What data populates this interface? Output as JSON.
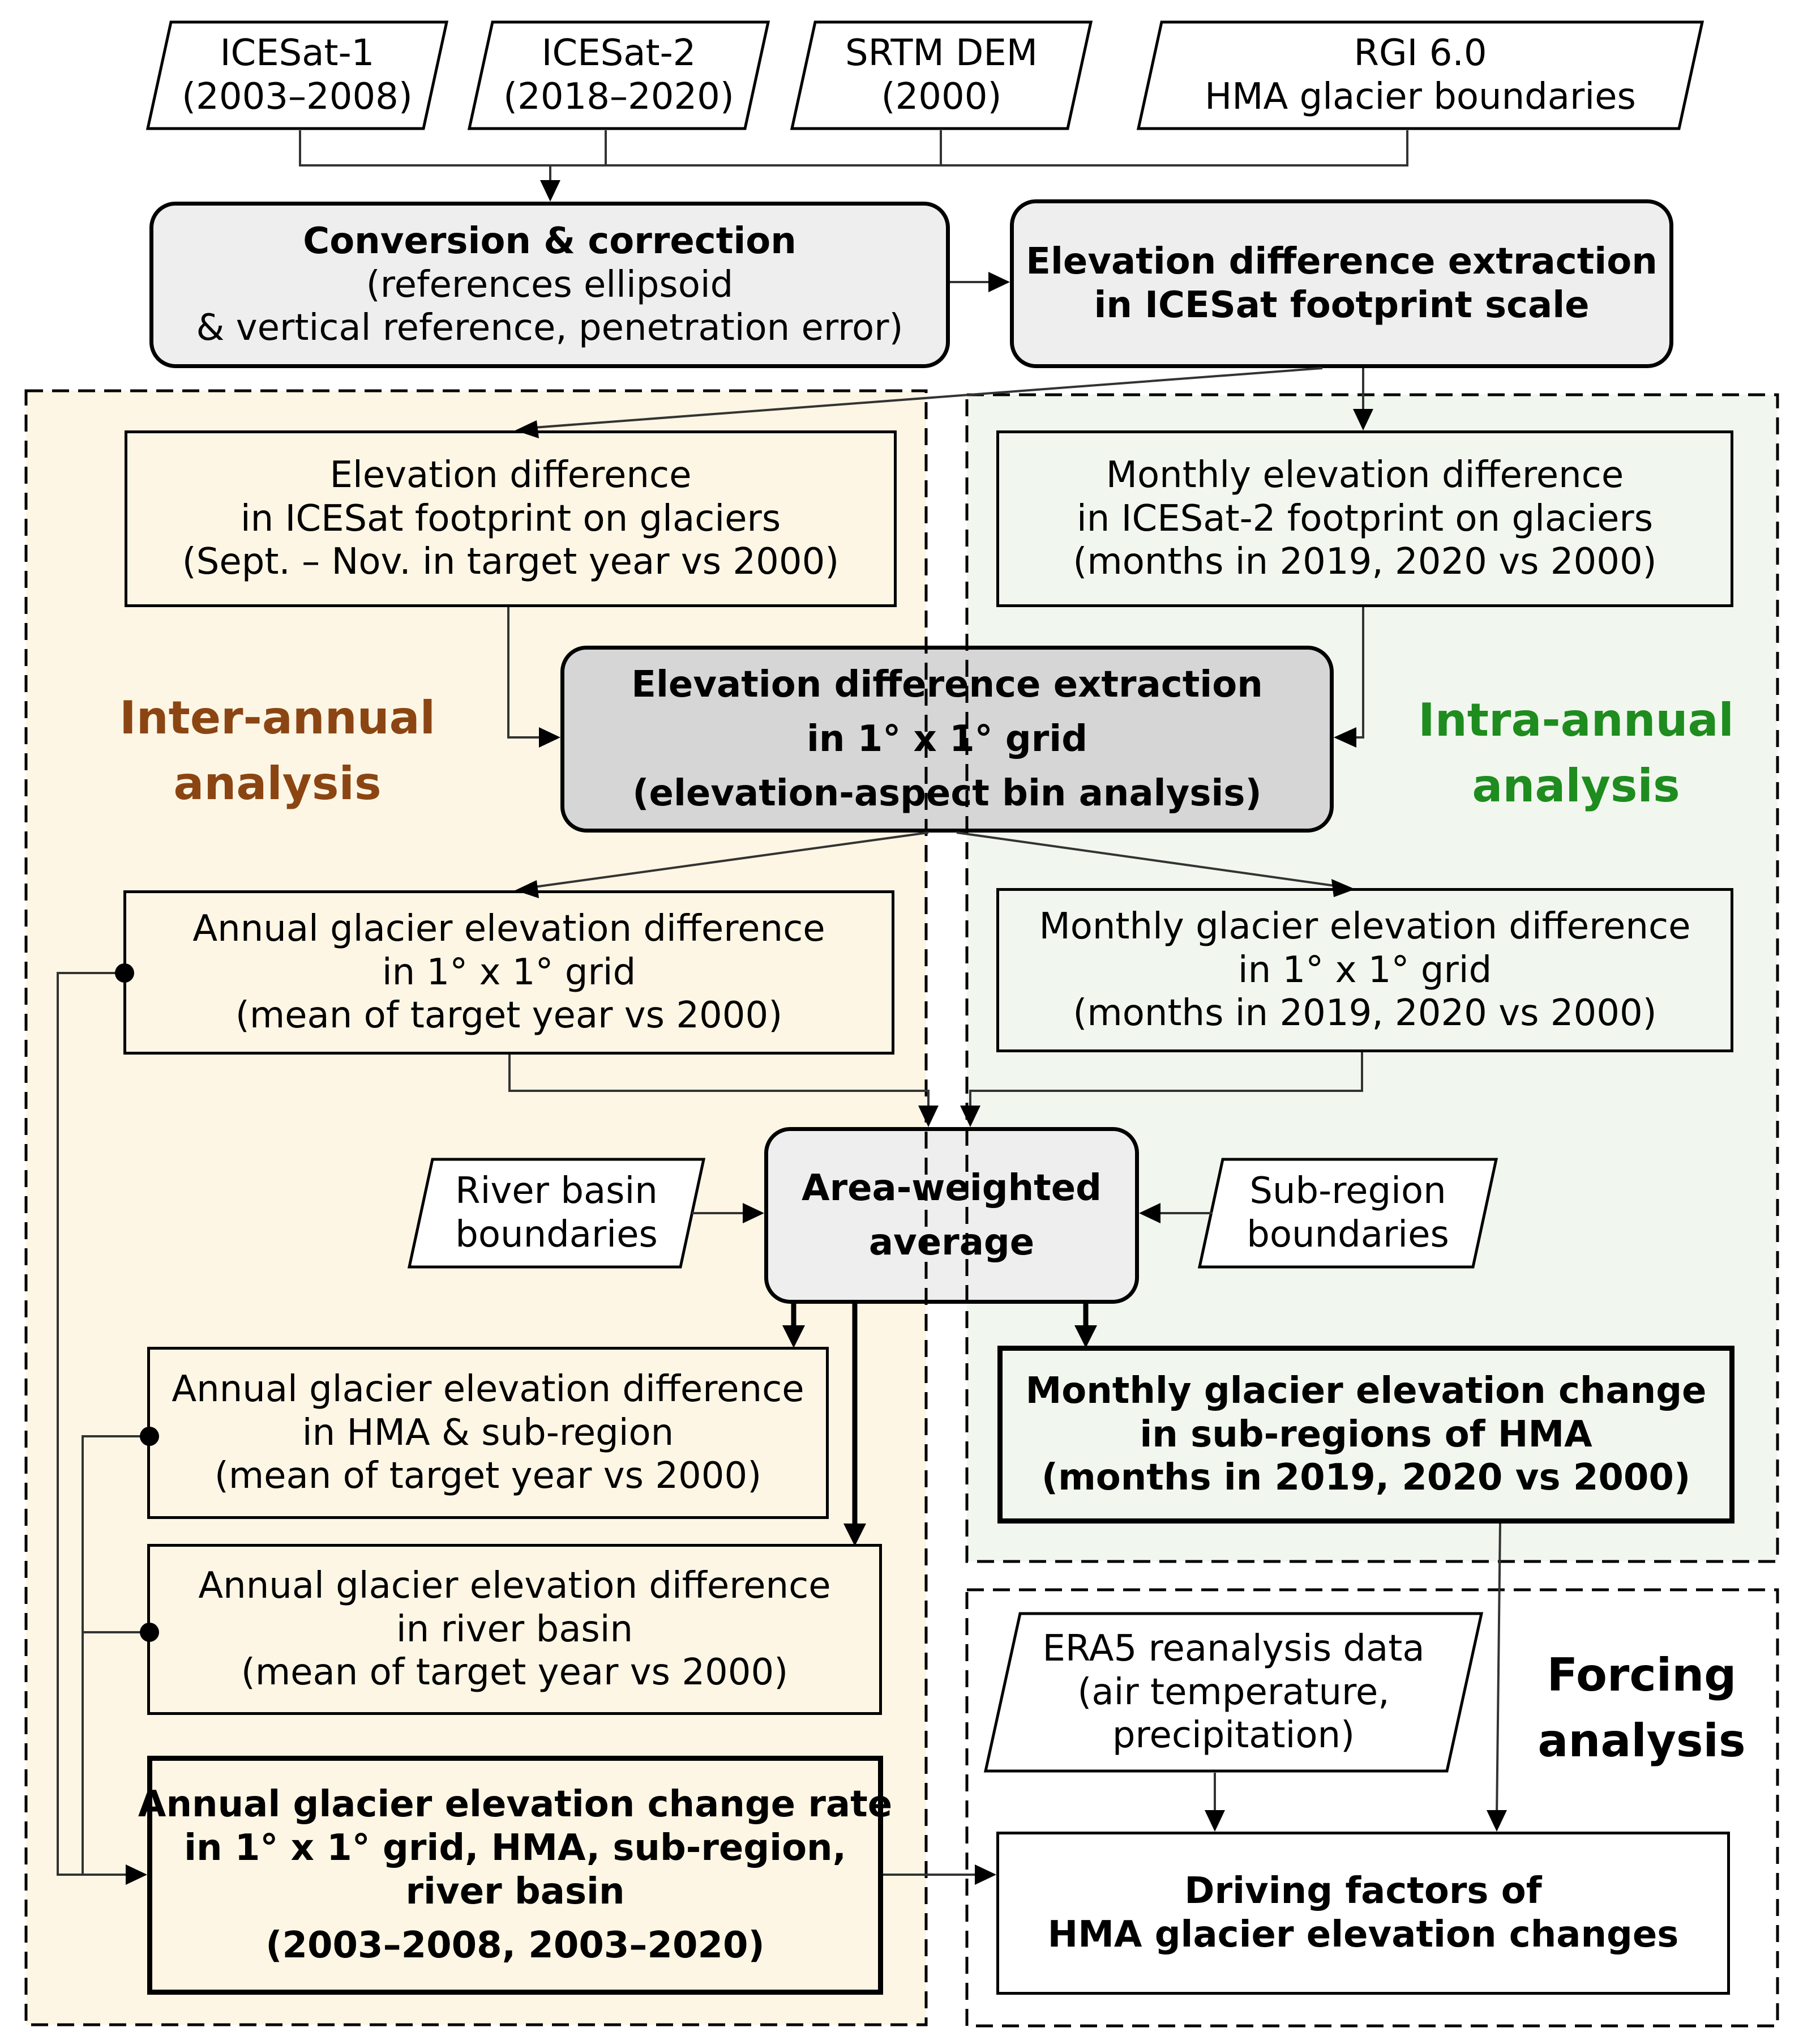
{
  "inputs": {
    "icesat1": [
      "ICESat-1",
      "(2003–2008)"
    ],
    "icesat2": [
      "ICESat-2",
      "(2018–2020)"
    ],
    "srtm": [
      "SRTM DEM",
      "(2000)"
    ],
    "rgi": [
      "RGI 6.0",
      "HMA glacier boundaries"
    ]
  },
  "conversion": {
    "title": "Conversion & correction",
    "lines": [
      "(references ellipsoid",
      "& vertical reference, penetration error)"
    ]
  },
  "extraction_footprint": [
    "Elevation difference extraction",
    "in ICESat footprint scale"
  ],
  "inter_footprint": [
    "Elevation difference",
    "in ICESat footprint on glaciers",
    "(Sept. – Nov. in target year vs 2000)"
  ],
  "intra_footprint": [
    "Monthly elevation difference",
    "in ICESat-2 footprint on glaciers",
    "(months in 2019, 2020 vs 2000)"
  ],
  "grid_extraction": [
    "Elevation difference extraction",
    "in 1° x 1° grid",
    "(elevation-aspect bin analysis)"
  ],
  "section_labels": {
    "inter": [
      "Inter-annual",
      "analysis"
    ],
    "intra": [
      "Intra-annual",
      "analysis"
    ],
    "forcing": [
      "Forcing",
      "analysis"
    ]
  },
  "annual_grid": [
    "Annual glacier elevation difference",
    "in 1° x 1° grid",
    "(mean of target year vs 2000)"
  ],
  "monthly_grid": [
    "Monthly glacier elevation difference",
    "in 1° x 1° grid",
    "(months in 2019, 2020 vs 2000)"
  ],
  "area_weighted": [
    "Area-weighted",
    "average"
  ],
  "river_basin_boundaries": [
    "River basin",
    "boundaries"
  ],
  "subregion_boundaries": [
    "Sub-region",
    "boundaries"
  ],
  "annual_hma": [
    "Annual glacier elevation difference",
    "in HMA & sub-region",
    "(mean of target year vs 2000)"
  ],
  "monthly_change": [
    "Monthly glacier elevation change",
    "in sub-regions of HMA",
    "(months in 2019, 2020 vs 2000)"
  ],
  "annual_river": [
    "Annual glacier elevation difference",
    "in river basin",
    "(mean of target year vs 2000)"
  ],
  "era5": [
    "ERA5 reanalysis data",
    "(air temperature,",
    "precipitation)"
  ],
  "annual_rate": [
    "Annual glacier elevation change rate",
    "in 1° x 1° grid, HMA, sub-region,",
    "river basin",
    "(2003–2008, 2003–2020)"
  ],
  "driving_factors": [
    "Driving factors of",
    "HMA glacier elevation changes"
  ],
  "colors": {
    "inter_bg": "#fef6e4",
    "intra_bg": "#f1f7ee",
    "inter_label": "#8b4513",
    "intra_label": "#1e8c1e",
    "box_grey": "#eeeeee",
    "box_dark_grey": "#d6d6d6"
  }
}
